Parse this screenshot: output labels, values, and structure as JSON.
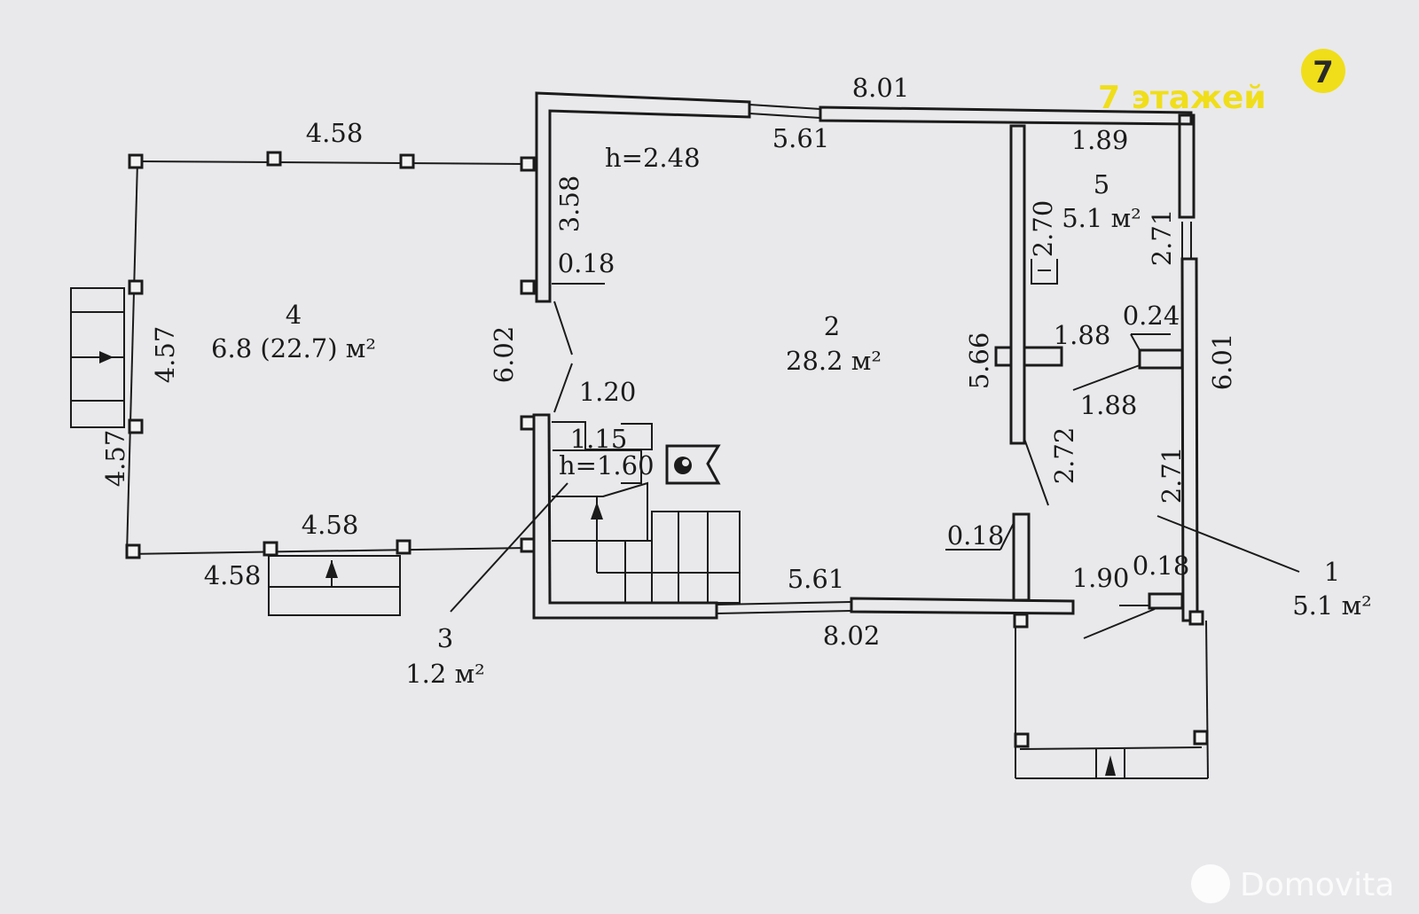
{
  "brand": {
    "text": "7 этажей",
    "logo_glyph": "7",
    "color": "#f0de1a",
    "logo_icon": "seven-floors-logo-icon"
  },
  "watermark": {
    "text": "Domovita",
    "icon": "domovita-pin-icon"
  },
  "rooms": {
    "r1": {
      "num": "1",
      "area": "5.1 м²"
    },
    "r2": {
      "num": "2",
      "area": "28.2 м²"
    },
    "r3": {
      "num": "3",
      "area": "1.2 м²"
    },
    "r4": {
      "num": "4",
      "area": "6.8 (22.7) м²"
    },
    "r5": {
      "num": "5",
      "area": "5.1 м²"
    }
  },
  "heights": {
    "main": "h=2.48",
    "stair": "h=1.60"
  },
  "dims": {
    "top_outer": "8.01",
    "top_inner": "5.61",
    "top_right": "1.89",
    "terrace_top": "4.58",
    "terrace_bottom": "4.58",
    "terrace_bottom_outer": "4.58",
    "terrace_left": "4.57",
    "terrace_left_outer": "4.57",
    "left_wall_top": "3.58",
    "wall_thickness_left": "0.18",
    "left_inner": "6.02",
    "stair_width": "1.20",
    "stair_inner": "1.15",
    "partition_h": "5.66",
    "r5_h": "2.70",
    "r5_door": "1.88",
    "wall_thickness_right": "0.24",
    "r1_width": "1.88",
    "right_outer": "6.01",
    "right_window": "2.71",
    "r1_h": "2.71",
    "corridor_h": "2.72",
    "wall_thickness_bottom": "0.18",
    "bottom_inner": "5.61",
    "bottom_outer": "8.02",
    "r1_bottom": "1.90",
    "wall_thickness_br": "0.18"
  }
}
